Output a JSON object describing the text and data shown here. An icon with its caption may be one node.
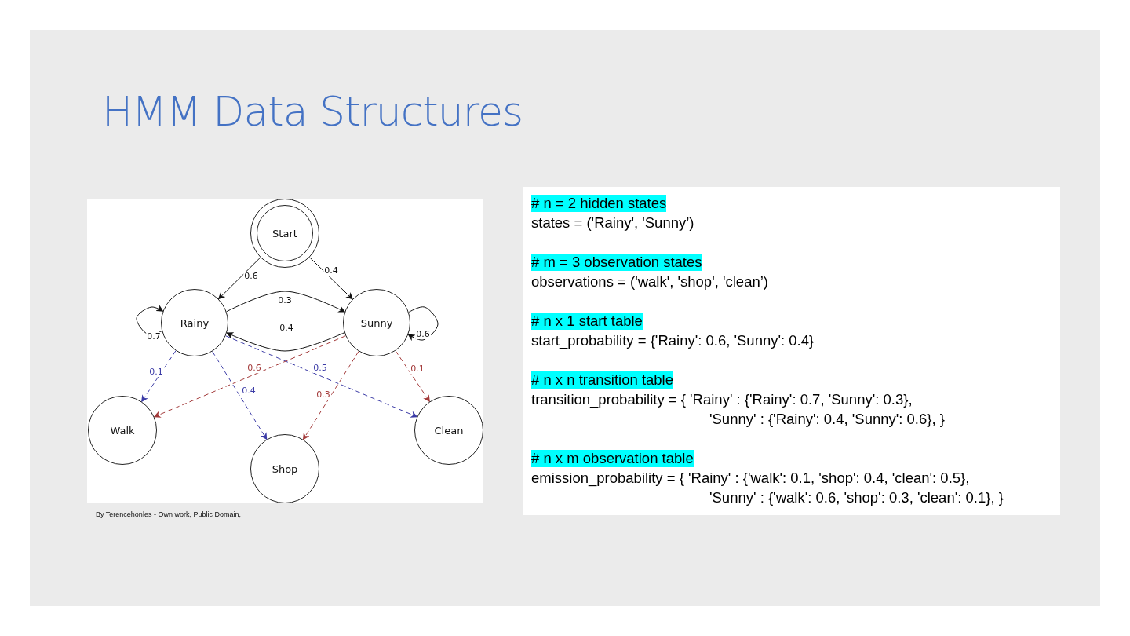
{
  "diagram": {
    "title": "HMM Data Structures",
    "nodes": [
      {
        "text": [
          "Start"
        ]
      },
      {
        "text": [
          "Rainy"
        ]
      },
      {
        "text": [
          "Sunny"
        ]
      },
      {
        "text": [
          "Walk"
        ]
      },
      {
        "text": [
          "Shop"
        ]
      },
      {
        "text": [
          "Clean"
        ]
      }
    ],
    "edges": [
      {
        "from": 0,
        "to": 1,
        "arrow": "to",
        "label": "0.6"
      },
      {
        "from": 0,
        "to": 2,
        "arrow": "to",
        "label": "0.4"
      },
      {
        "from": 1,
        "to": 1,
        "arrow": "to",
        "label": "0.7"
      },
      {
        "from": 1,
        "to": 2,
        "arrow": "to",
        "label": "0.3"
      },
      {
        "from": 2,
        "to": 1,
        "arrow": "to",
        "label": "0.4"
      },
      {
        "from": 2,
        "to": 2,
        "arrow": "to",
        "label": "0.6"
      },
      {
        "from": 1,
        "to": 3,
        "arrow": "to",
        "label": "0.1",
        "style": "dashed",
        "color": "#3b3ba6"
      },
      {
        "from": 1,
        "to": 4,
        "arrow": "to",
        "label": "0.4",
        "style": "dashed",
        "color": "#3b3ba6"
      },
      {
        "from": 1,
        "to": 5,
        "arrow": "to",
        "label": "0.5",
        "style": "dashed",
        "color": "#3b3ba6"
      },
      {
        "from": 2,
        "to": 3,
        "arrow": "to",
        "label": "0.6",
        "style": "dashed",
        "color": "#a33a3a"
      },
      {
        "from": 2,
        "to": 4,
        "arrow": "to",
        "label": "0.3",
        "style": "dashed",
        "color": "#a33a3a"
      },
      {
        "from": 2,
        "to": 5,
        "arrow": "to",
        "label": "0.1",
        "style": "dashed",
        "color": "#a33a3a"
      }
    ],
    "labels": [
      "# n = 2 hidden states",
      "states = ('Rainy', 'Sunny’)",
      "# m = 3 observation states",
      "observations = ('walk', 'shop', 'clean’)",
      "# n x 1 start table",
      "start_probability = {'Rainy': 0.6, 'Sunny': 0.4}",
      "# n x n transition table",
      "transition_probability = { 'Rainy' : {'Rainy': 0.7, 'Sunny': 0.3},",
      "'Sunny' : {'Rainy': 0.4, 'Sunny': 0.6}, }",
      "# n x m observation table",
      "emission_probability = { 'Rainy' : {'walk': 0.1, 'shop': 0.4, 'clean': 0.5},",
      "'Sunny' : {'walk': 0.6, 'shop': 0.3, 'clean': 0.1}, }",
      "By Terencehonles - Own work, Public Domain,"
    ]
  }
}
